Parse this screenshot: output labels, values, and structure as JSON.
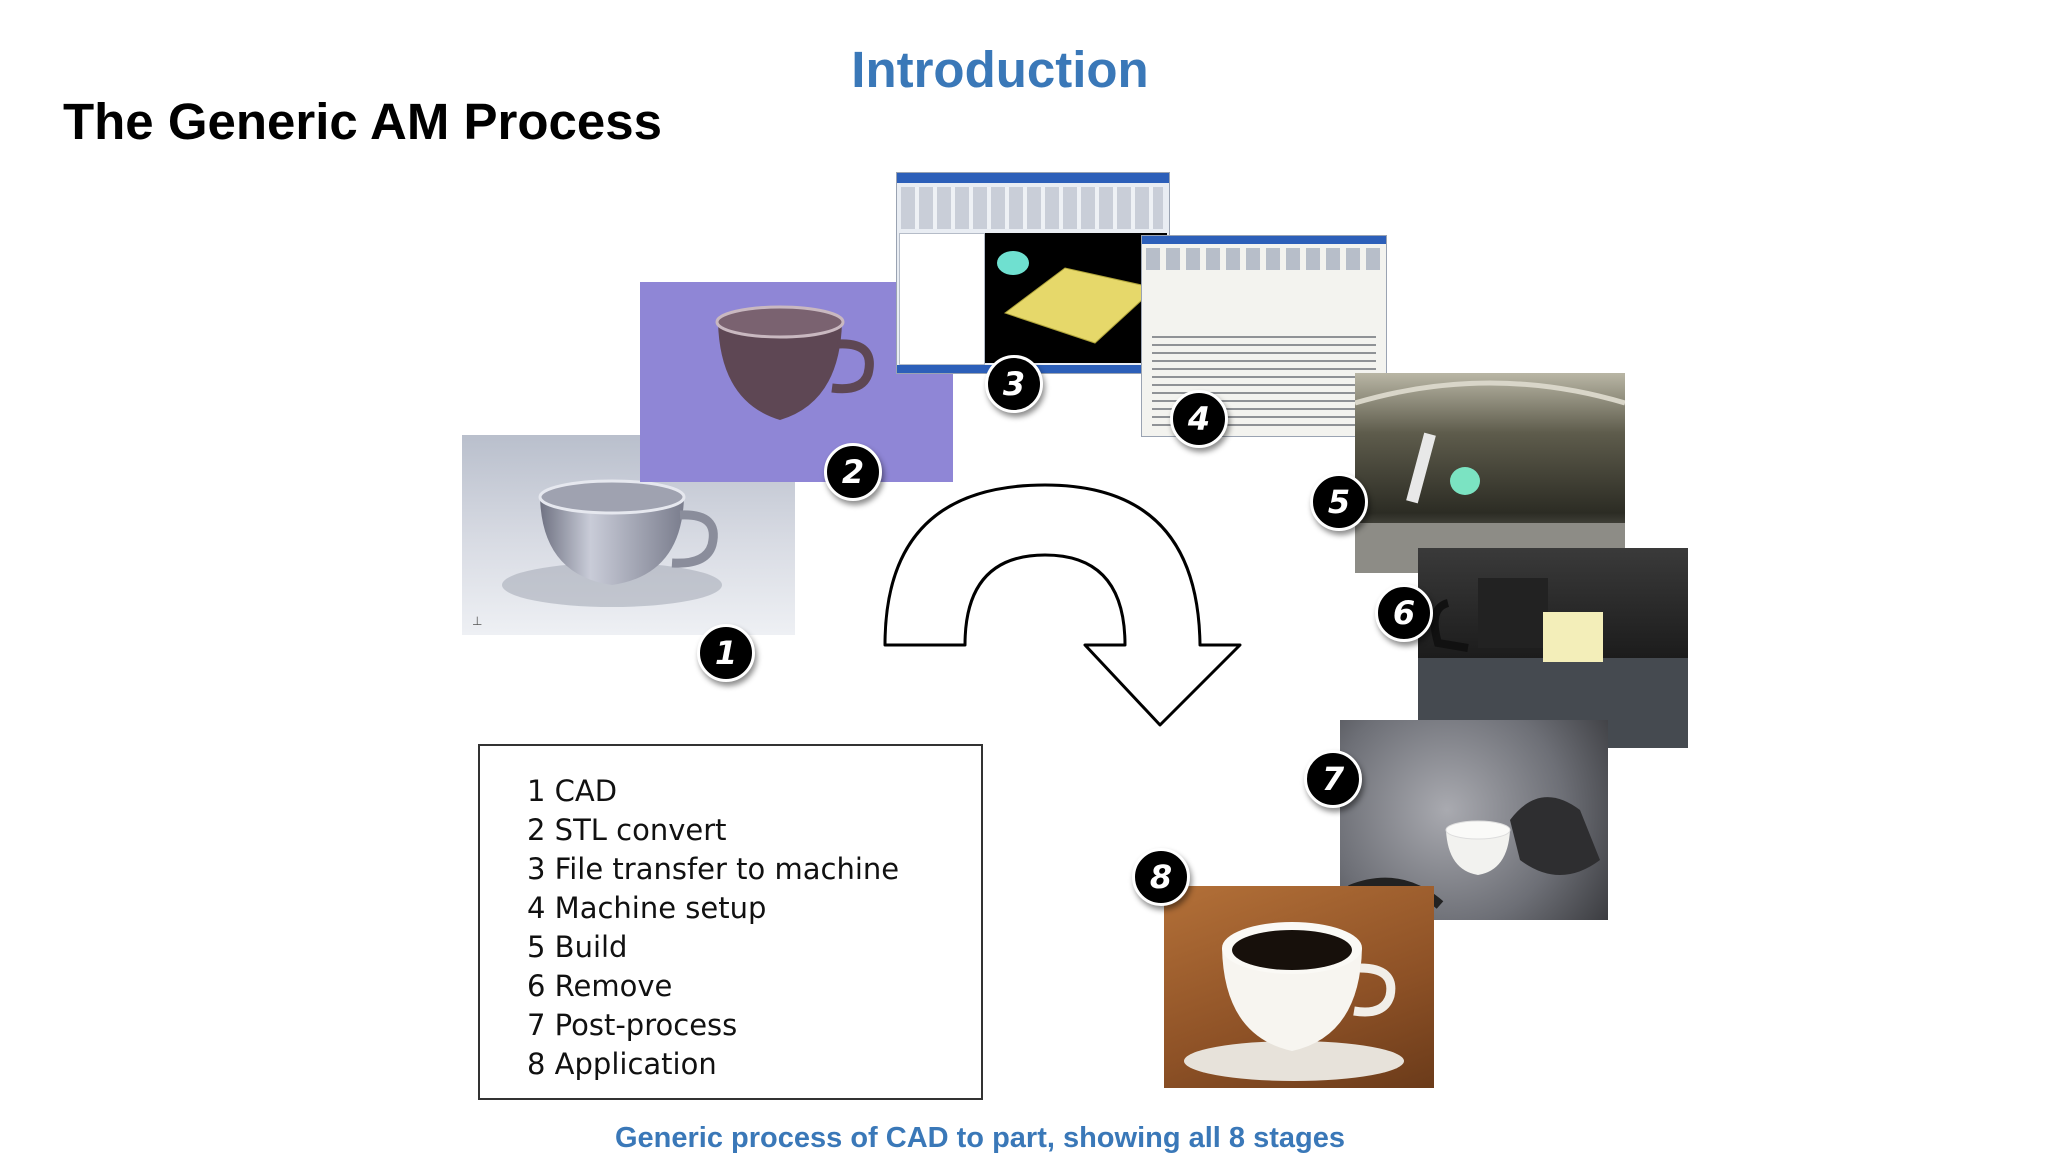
{
  "header": {
    "section_title": "Introduction",
    "slide_title": "The Generic AM Process"
  },
  "figure": {
    "badges": [
      "1",
      "2",
      "3",
      "4",
      "5",
      "6",
      "7",
      "8"
    ],
    "legend": [
      "1 CAD",
      "2 STL convert",
      "3 File transfer to machine",
      "4 Machine setup",
      "5 Build",
      "6 Remove",
      "7 Post-process",
      "8 Application"
    ],
    "caption": "Generic process of CAD to part, showing all 8 stages"
  },
  "colors": {
    "accent": "#3a78b8",
    "stl_background": "#8f86d6"
  }
}
